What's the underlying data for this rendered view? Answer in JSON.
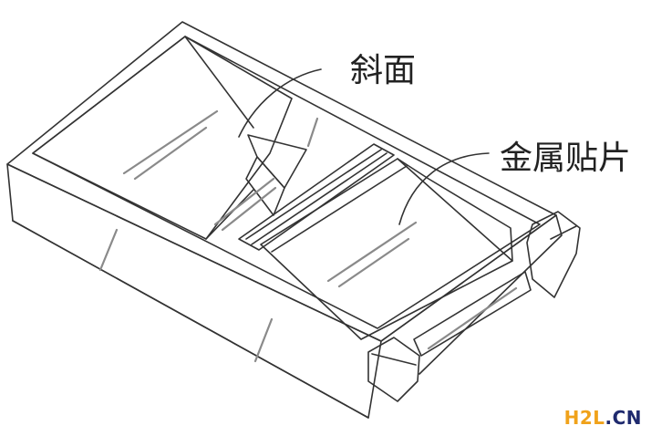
{
  "labels": {
    "slope": "斜面",
    "metal_patch": "金属贴片"
  },
  "watermark": {
    "part1": "H2L",
    "part2": ".CN"
  },
  "colors": {
    "line": "#333333",
    "hatch": "#8a8a8a",
    "watermark_accent": "#f0a21a",
    "watermark_dark": "#1f2a6e"
  }
}
